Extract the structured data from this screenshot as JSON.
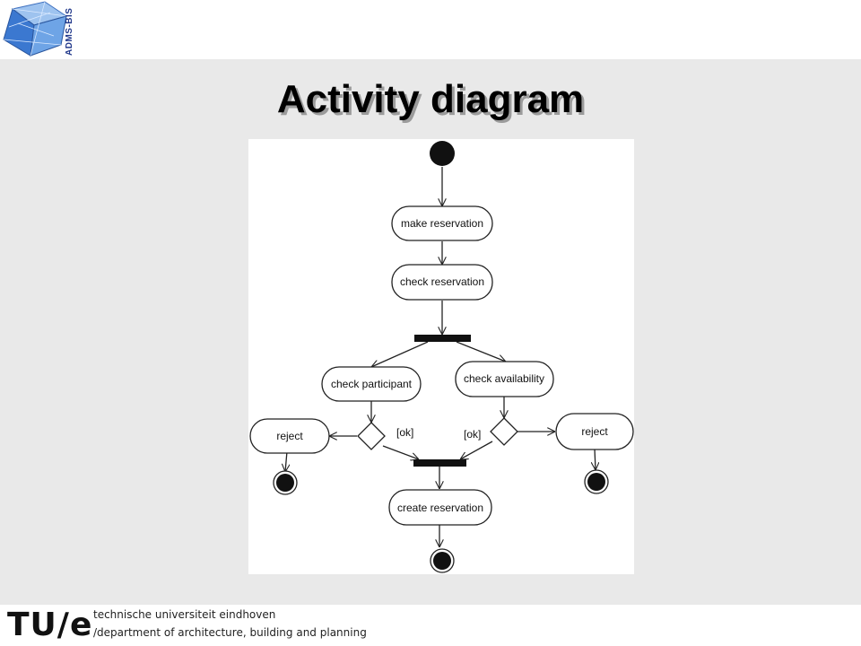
{
  "header": {
    "logo_text": "ADMS-BIS"
  },
  "slide": {
    "title": "Activity diagram"
  },
  "diagram": {
    "actions": {
      "make_reservation": "make reservation",
      "check_reservation": "check reservation",
      "check_participant": "check participant",
      "check_availability": "check availability",
      "reject_left": "reject",
      "reject_right": "reject",
      "create_reservation": "create reservation"
    },
    "guards": {
      "left_ok": "[ok]",
      "right_ok": "[ok]"
    }
  },
  "footer": {
    "logo": "TU/e",
    "university": "technische universiteit eindhoven",
    "department": "/department of architecture, building and planning"
  }
}
